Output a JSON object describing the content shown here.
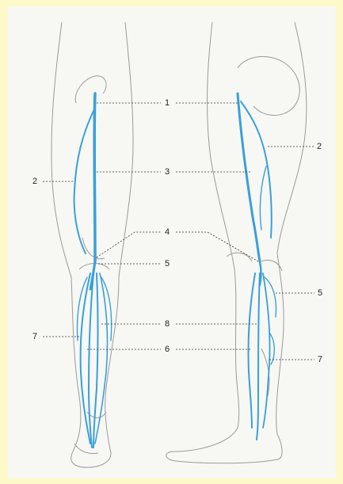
{
  "labels": {
    "l1": "1",
    "l2_left": "2",
    "l2_right": "2",
    "l3": "3",
    "l4": "4",
    "l5_left": "5",
    "l5_right": "5",
    "l6": "6",
    "l7_left": "7",
    "l7_right": "7",
    "l8": "8"
  },
  "colors": {
    "vein": "#3aa0d8",
    "outline": "#9a9a9a",
    "leader": "#333333",
    "background": "#fdf9c8"
  }
}
